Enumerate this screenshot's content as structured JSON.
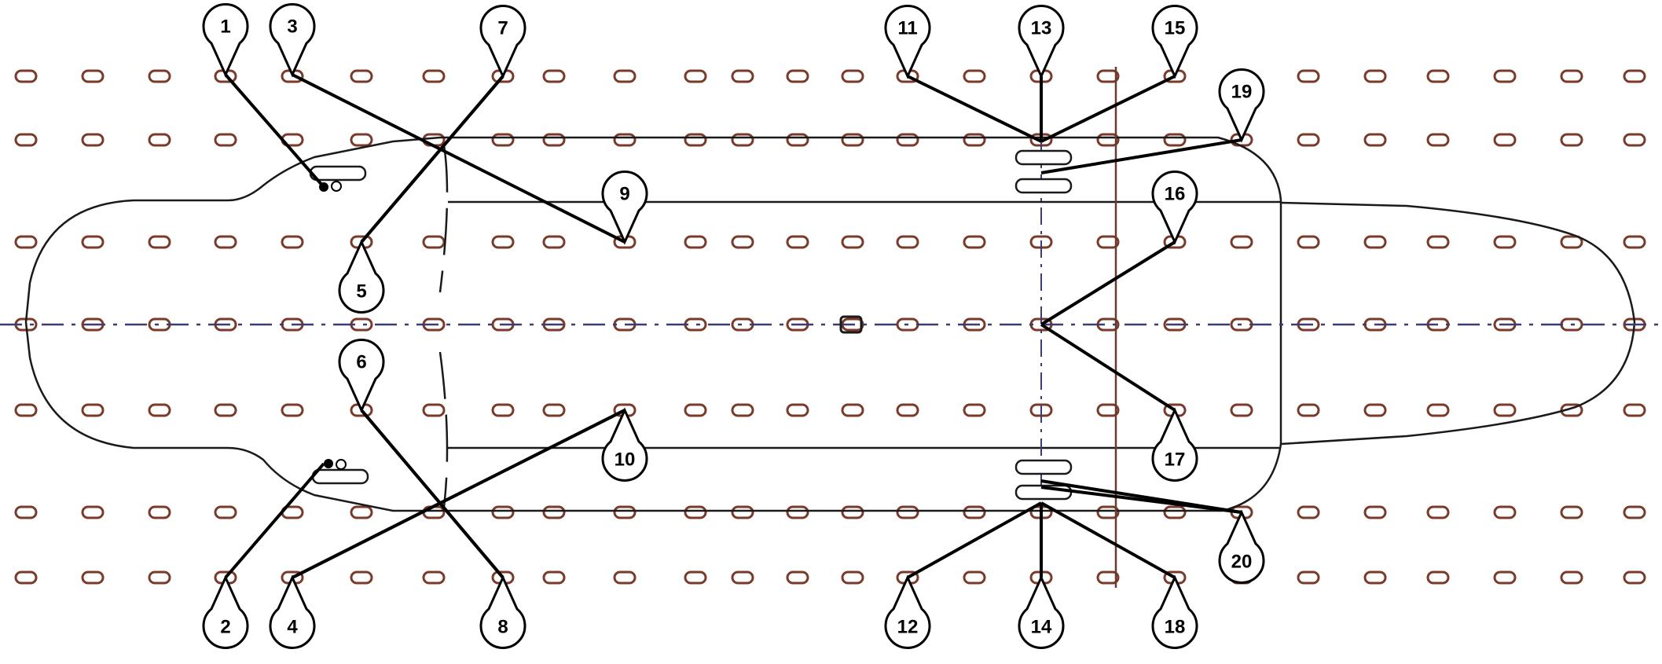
{
  "diagram": {
    "title": "",
    "colors": {
      "hole": "#7a3a2a",
      "line": "#000000",
      "centerline": "#3c3c6e",
      "outline": "#1a1a1a"
    },
    "markers": [
      {
        "id": "1",
        "label": "1"
      },
      {
        "id": "2",
        "label": "2"
      },
      {
        "id": "3",
        "label": "3"
      },
      {
        "id": "4",
        "label": "4"
      },
      {
        "id": "5",
        "label": "5"
      },
      {
        "id": "6",
        "label": "6"
      },
      {
        "id": "7",
        "label": "7"
      },
      {
        "id": "8",
        "label": "8"
      },
      {
        "id": "9",
        "label": "9"
      },
      {
        "id": "10",
        "label": "10"
      },
      {
        "id": "11",
        "label": "11"
      },
      {
        "id": "12",
        "label": "12"
      },
      {
        "id": "13",
        "label": "13"
      },
      {
        "id": "14",
        "label": "14"
      },
      {
        "id": "15",
        "label": "15"
      },
      {
        "id": "16",
        "label": "16"
      },
      {
        "id": "17",
        "label": "17"
      },
      {
        "id": "18",
        "label": "18"
      },
      {
        "id": "19",
        "label": "19"
      },
      {
        "id": "20",
        "label": "20"
      }
    ]
  }
}
